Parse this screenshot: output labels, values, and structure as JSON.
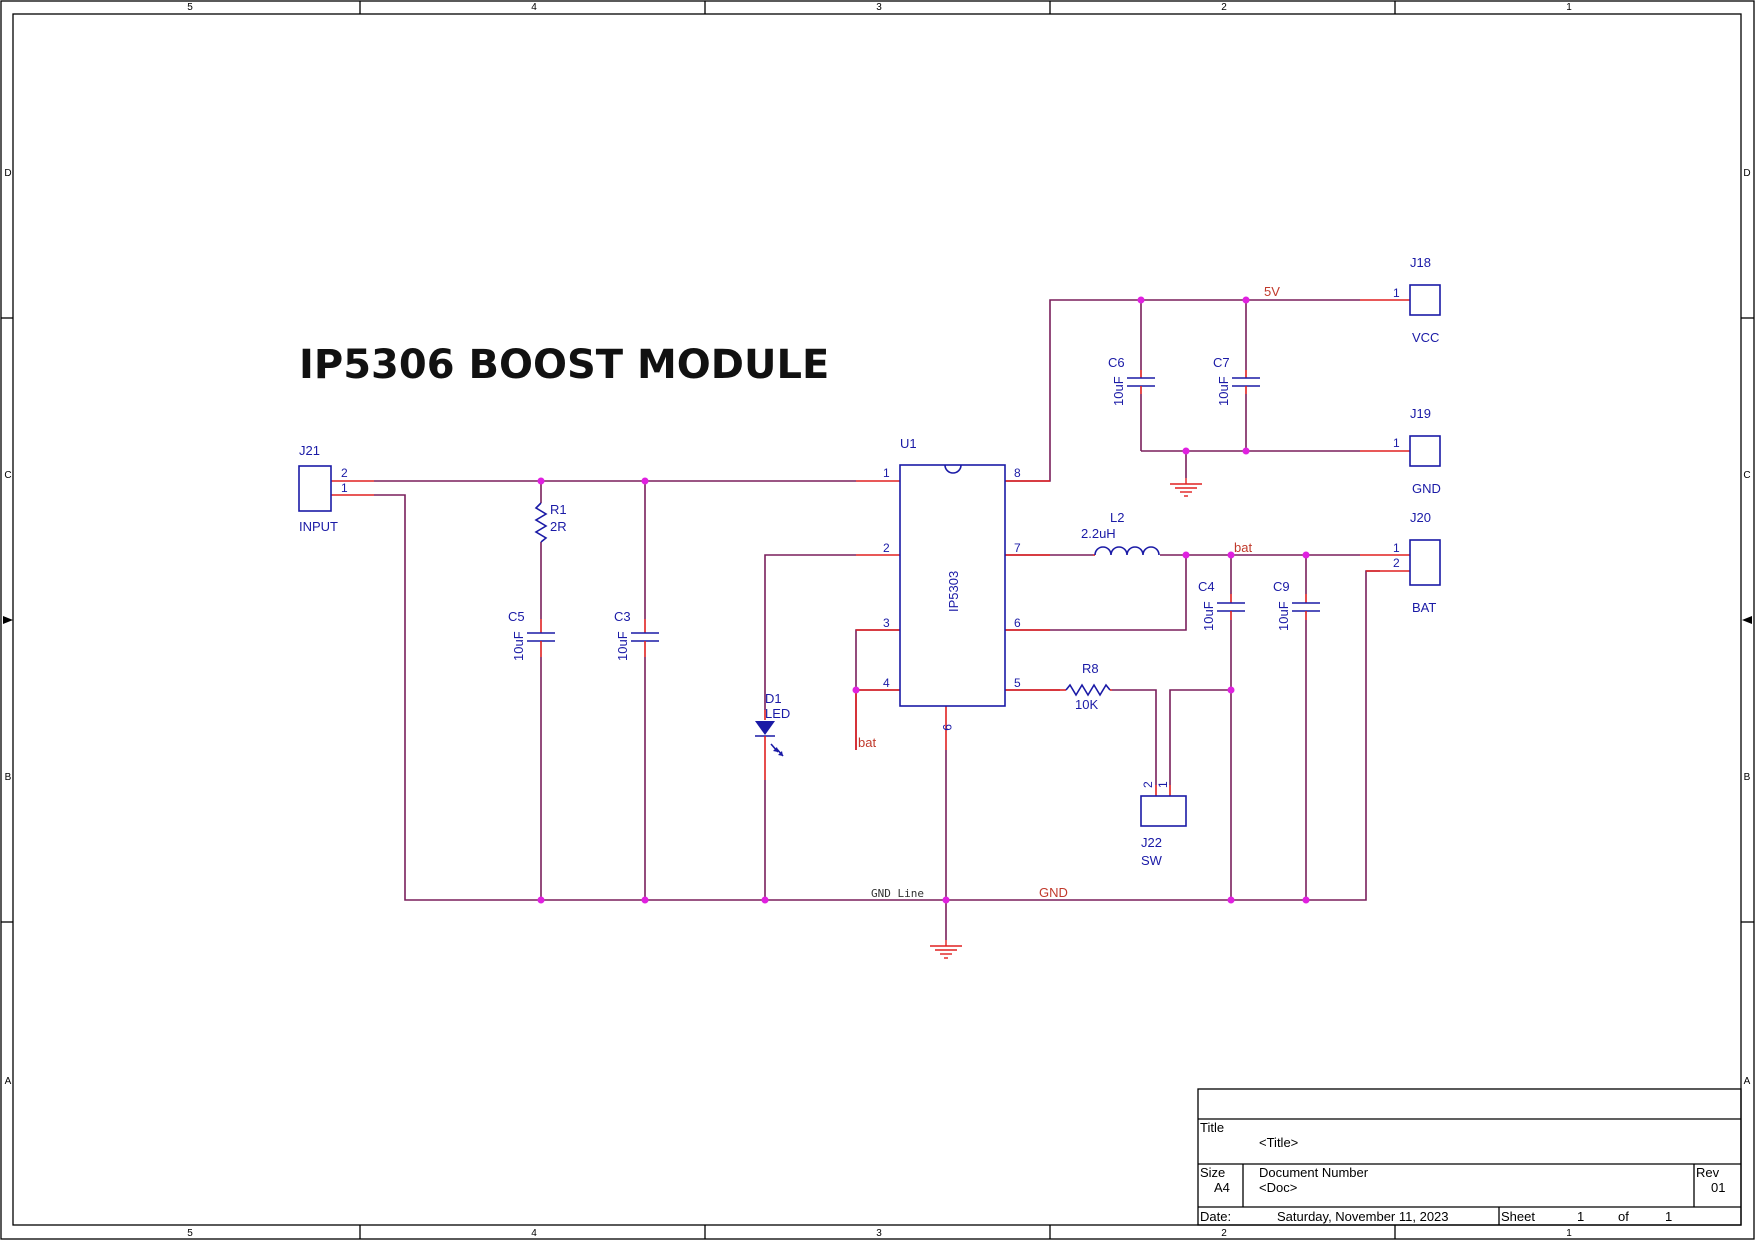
{
  "title": "IP5306 BOOST MODULE",
  "border": {
    "cols": [
      "5",
      "4",
      "3",
      "2",
      "1"
    ],
    "rows": [
      "D",
      "C",
      "B",
      "A"
    ]
  },
  "components": {
    "j21": {
      "ref": "J21",
      "value": "INPUT",
      "pin_a": "2",
      "pin_b": "1"
    },
    "r1": {
      "ref": "R1",
      "value": "2R"
    },
    "c5": {
      "ref": "C5",
      "value": "10uF"
    },
    "c3": {
      "ref": "C3",
      "value": "10uF"
    },
    "u1": {
      "ref": "U1",
      "value": "IP5303",
      "pins": [
        "1",
        "2",
        "3",
        "4",
        "5",
        "6",
        "7",
        "8",
        "9"
      ]
    },
    "d1": {
      "ref": "D1",
      "value": "LED"
    },
    "c6": {
      "ref": "C6",
      "value": "10uF"
    },
    "c7": {
      "ref": "C7",
      "value": "10uF"
    },
    "l2": {
      "ref": "L2",
      "value": "2.2uH"
    },
    "c4": {
      "ref": "C4",
      "value": "10uF"
    },
    "c9": {
      "ref": "C9",
      "value": "10uF"
    },
    "r8": {
      "ref": "R8",
      "value": "10K"
    },
    "j18": {
      "ref": "J18",
      "value": "VCC",
      "pin": "1"
    },
    "j19": {
      "ref": "J19",
      "value": "GND",
      "pin": "1"
    },
    "j20": {
      "ref": "J20",
      "value": "BAT",
      "pin_a": "1",
      "pin_b": "2"
    },
    "j22": {
      "ref": "J22",
      "value": "SW",
      "pin_a": "2",
      "pin_b": "1"
    }
  },
  "nets": {
    "v5": "5V",
    "bat": "bat",
    "bat_pin4": "bat",
    "gnd_line": "GND Line",
    "gnd": "GND"
  },
  "title_block": {
    "title_label": "Title",
    "title_value": "<Title>",
    "size_label": "Size",
    "size_value": "A4",
    "docnum_label": "Document Number",
    "docnum_value": "<Doc>",
    "rev_label": "Rev",
    "rev_value": "01",
    "date_label": "Date:",
    "date_value": "Saturday, November 11, 2023",
    "sheet_label": "Sheet",
    "sheet_value": "1",
    "of_label": "of",
    "of_value": "1"
  },
  "colors": {
    "wire": "#7a1f5c",
    "pin": "#e02020",
    "component": "#1a1aa6",
    "junction": "#e020e0",
    "net_label": "#c0392b"
  }
}
